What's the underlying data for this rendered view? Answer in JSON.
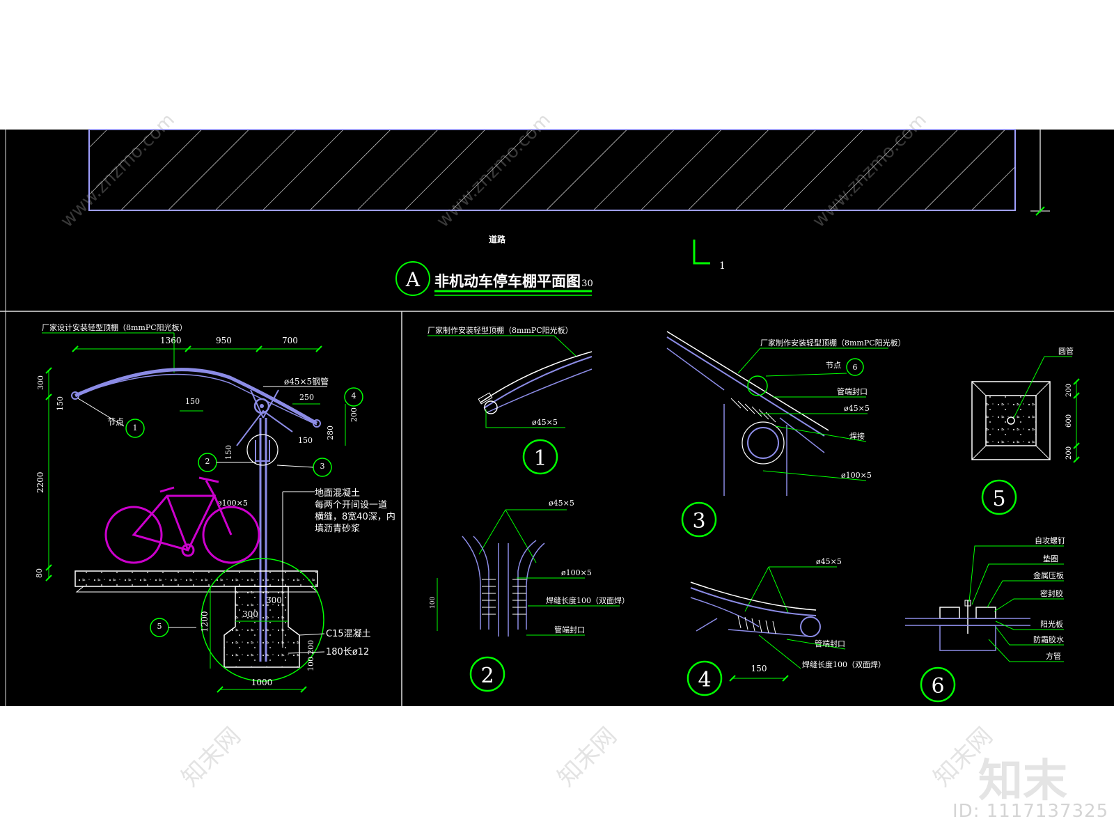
{
  "plan": {
    "road_label": "道路",
    "section_mark": "1",
    "marker": "A",
    "title": "非机动车停车棚平面图",
    "scale": "1：30"
  },
  "elevation": {
    "roof_note": "厂家设计安装轻型顶棚（8mmPC阳光板）",
    "dims": [
      "1360",
      "950",
      "700",
      "300",
      "150",
      "150",
      "250",
      "200",
      "280",
      "150",
      "150",
      "2200",
      "80",
      "1200",
      "300",
      "300",
      "200",
      "100",
      "1000"
    ],
    "steel_pipe": "ø45×5钢管",
    "pipe100": "ø100×5",
    "node_label": "节点",
    "callouts": [
      "1",
      "2",
      "3",
      "4",
      "5"
    ],
    "ground_note": [
      "地面混凝土",
      "每两个开间设一道",
      "横缝，8宽40深，内",
      "填沥青砂浆"
    ],
    "c15": "C15混凝土",
    "rebar": "180长ø12"
  },
  "detail1": {
    "note": "厂家制作安装轻型顶棚（8mmPC阳光板）",
    "pipe": "ø45×5",
    "number": "1"
  },
  "detail2": {
    "pipe45": "ø45×5",
    "pipe100": "ø100×5",
    "weld": "焊缝长度100（双面焊）",
    "cap": "管端封口",
    "dim": "100",
    "number": "2"
  },
  "detail3": {
    "note": "厂家制作安装轻型顶棚（8mmPC阳光板）",
    "node": "节点",
    "node_ref": "6",
    "cap": "管端封口",
    "pipe45": "ø45×5",
    "weld": "焊接",
    "pipe100": "ø100×5",
    "number": "3"
  },
  "detail4": {
    "pipe45": "ø45×5",
    "cap": "管端封口",
    "weld": "焊缝长度100（双面焊）",
    "dim": "150",
    "number": "4"
  },
  "detail5": {
    "pipe": "圆管",
    "dims": [
      "200",
      "600",
      "200"
    ],
    "number": "5"
  },
  "detail6": {
    "labels": [
      "自攻螺钉",
      "垫圈",
      "金属压板",
      "密封胶",
      "阳光板",
      "防霜胶水",
      "方管"
    ],
    "number": "6"
  },
  "watermark": {
    "url": "www.znzmo.com",
    "cn": "知末网",
    "logo": "知末",
    "id": "ID: 1117137325"
  },
  "colors": {
    "bg": "#000000",
    "green": "#00ff00",
    "white": "#ffffff",
    "blue": "#8c8ce6",
    "magenta": "#cc00cc",
    "frame": "#a0a0ff"
  }
}
